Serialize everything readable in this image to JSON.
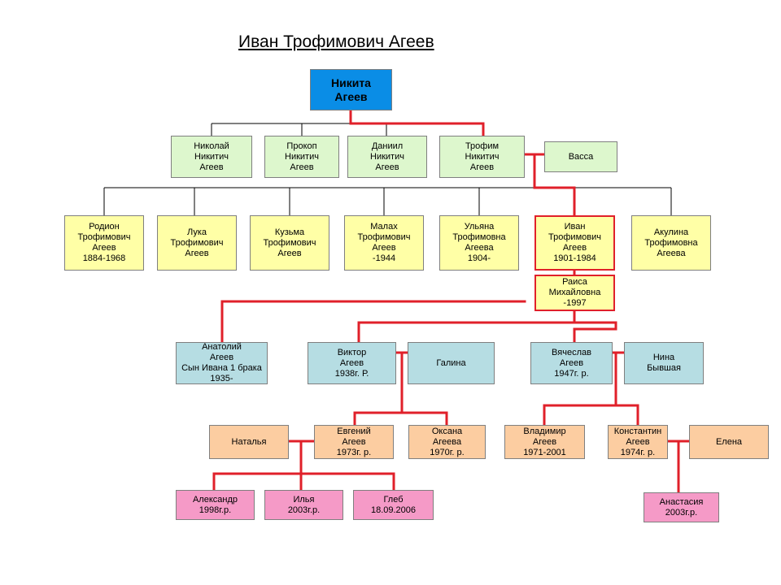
{
  "title": "Иван Трофимович Агеев",
  "colors": {
    "line": "#000000",
    "highlight": "#e0202a"
  },
  "nodes": {
    "nikita": "Никита\nАгеев",
    "nikolay": "Николай\nНикитич\nАгеев",
    "prokop": "Прокоп\nНикитич\nАгеев",
    "daniil": "Даниил\nНикитич\nАгеев",
    "trofim": "Трофим\nНикитич\nАгеев",
    "vassa": "Васса",
    "rodion": "Родион\nТрофимович\nАгеев\n1884-1968",
    "luka": "Лука\nТрофимович\nАгеев",
    "kuzma": "Кузьма\nТрофимович\nАгеев",
    "malakh": "Малах\nТрофимович\nАгеев\n-1944",
    "ulyana": "Ульяна\nТрофимовна\nАгеева\n1904-",
    "ivan": "Иван\nТрофимович\nАгеев\n1901-1984",
    "akulina": "Акулина\nТрофимовна\nАгеева",
    "raisa": "Раиса\nМихайловна\n-1997",
    "anatoliy": "Анатолий\nАгеев\nСын Ивана 1 брака\n1935-",
    "viktor": "Виктор\nАгеев\n1938г. Р.",
    "galina": "Галина",
    "vyacheslav": "Вячеслав\nАгеев\n1947г. р.",
    "nina": "Нина\nБывшая",
    "natalya": "Наталья",
    "evgeniy": "Евгений\nАгеев\n1973г. р.",
    "oksana": "Оксана\nАгеева\n1970г. р.",
    "vladimir": "Владимир\nАгеев\n1971-2001",
    "konstantin": "Константин\nАгеев\n1974г. р.",
    "elena": "Елена",
    "aleksandr": "Александр\n1998г.р.",
    "ilya": "Илья\n2003г.р.",
    "gleb": "Глеб\n18.09.2006",
    "anastasiya": "Анастасия\n2003г.р."
  }
}
